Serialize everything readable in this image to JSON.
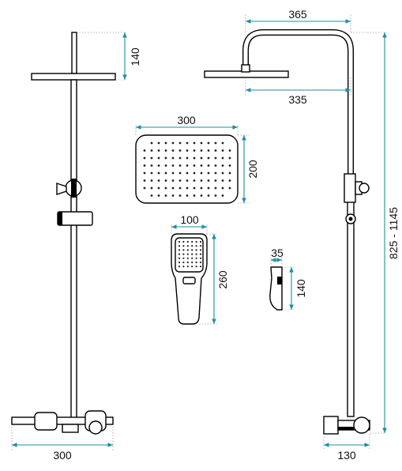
{
  "dimensions": {
    "shower_column_width": "300",
    "head_height": "140",
    "column_reach": "365",
    "arm_length": "335",
    "head_width": "300",
    "head_depth": "200",
    "handset_width": "100",
    "handset_length": "260",
    "holder_width": "35",
    "holder_height": "140",
    "total_height": "825 - 1145",
    "mixer_depth": "130"
  },
  "colors": {
    "dimension_line": "#1d8fa3",
    "outline": "#000000",
    "background": "#ffffff"
  }
}
